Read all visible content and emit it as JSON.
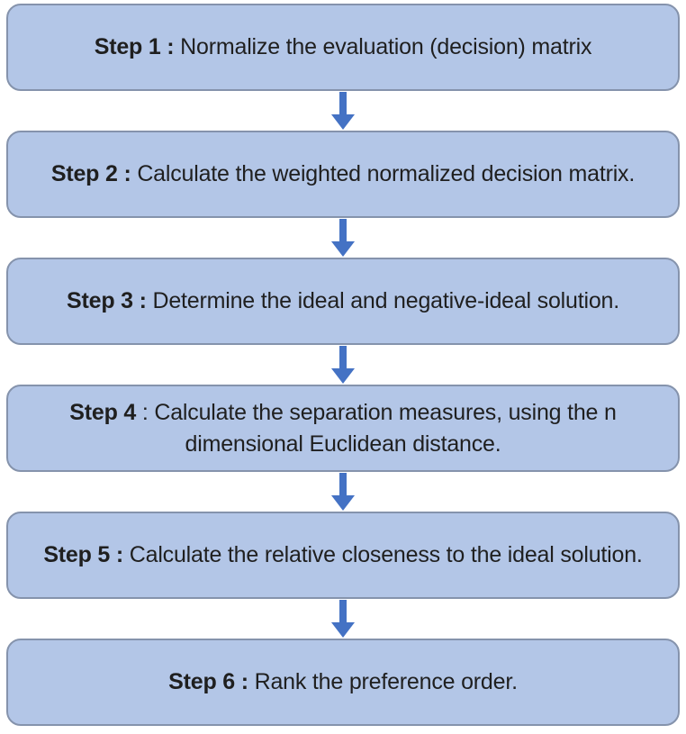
{
  "colors": {
    "box_fill": "#b3c6e7",
    "box_border": "#8593ac",
    "arrow": "#4472c4",
    "text": "#1f1f1f",
    "background": "#ffffff"
  },
  "flowchart": {
    "boxes": [
      {
        "label": "Step 1 :",
        "text": " Normalize the evaluation (decision) matrix"
      },
      {
        "label": "Step 2 :",
        "text": " Calculate the weighted normalized decision matrix."
      },
      {
        "label": "Step 3 :",
        "text": " Determine the ideal and negative-ideal solution."
      },
      {
        "label": "Step 4",
        "text": " : Calculate the separation measures, using the n dimensional Euclidean distance."
      },
      {
        "label": "Step 5 :",
        "text": " Calculate the relative closeness to the ideal solution."
      },
      {
        "label": "Step 6 :",
        "text": " Rank the preference order."
      }
    ]
  }
}
